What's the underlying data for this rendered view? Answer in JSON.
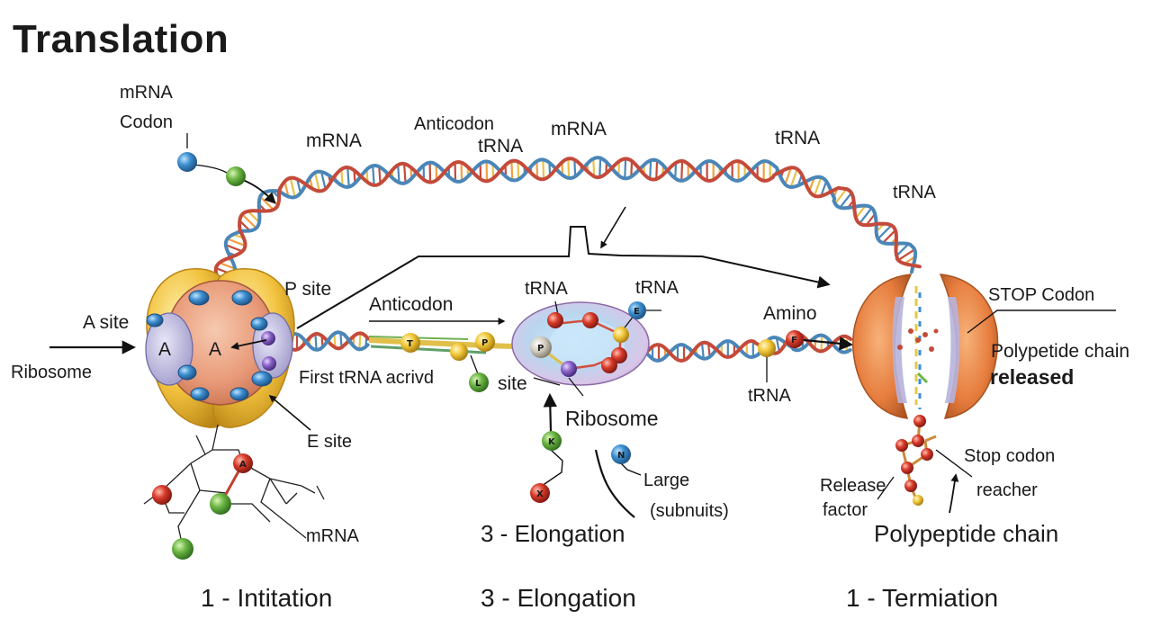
{
  "title": "Translation",
  "labels": {
    "mrna_top_left": "mRNA",
    "codon_top_left": "Codon",
    "mrna_strand_left": "mRNA",
    "anticodon_top": "Anticodon",
    "trna_top_mid": "tRNA",
    "mrna_top_mid": "mRNA",
    "trna_top_right": "tRNA",
    "trna_right": "tRNA",
    "p_site": "P site",
    "a_site": "A site",
    "ribosome_left": "Ribosome",
    "ribosome_a_left": "A",
    "ribosome_a_right": "A",
    "e_site": "E site",
    "mrna_bottom_left": "mRNA",
    "anticodon_mid": "Anticodon",
    "first_trna": "First tRNA acrivd",
    "site_mid": "site",
    "trna_mid_left": "tRNA",
    "trna_mid_right": "tRNA",
    "ribosome_mid": "Ribosome",
    "large": "Large",
    "subunits": "(subnuits)",
    "elongation_mid": "3 - Elongation",
    "amino": "Amino",
    "trna_mid_far_right": "tRNA",
    "stop_codon_upper": "STOP Codon",
    "polypeptide_released_1": "Polypetide chain",
    "polypeptide_released_2": "released",
    "stop_codon_lower": "Stop codon",
    "reacher": "reacher",
    "release": "Release",
    "factor": "factor",
    "polypeptide_chain": "Polypeptide chain"
  },
  "bead_letters": {
    "t": "T",
    "p1": "P",
    "p2": "P",
    "l": "L",
    "e": "E",
    "k": "K",
    "x": "X",
    "n": "N",
    "f": "F",
    "a": "A"
  },
  "stages": {
    "initiation": "1 - Intitation",
    "elongation": "3 - Elongation",
    "termination": "1 - Termiation"
  },
  "colors": {
    "strand_blue": "#4a86b8",
    "strand_red": "#c44a3a",
    "strand_yellow": "#e9c24a",
    "ribosome_yellow": "#f2c23e",
    "ribosome_core": "#e89a78",
    "site_purple": "#b7b4d8",
    "bead_blue": "#3d8fd0",
    "bead_green": "#6bb543",
    "bead_red": "#d83a2a",
    "bead_yellow": "#f2c93a"
  }
}
